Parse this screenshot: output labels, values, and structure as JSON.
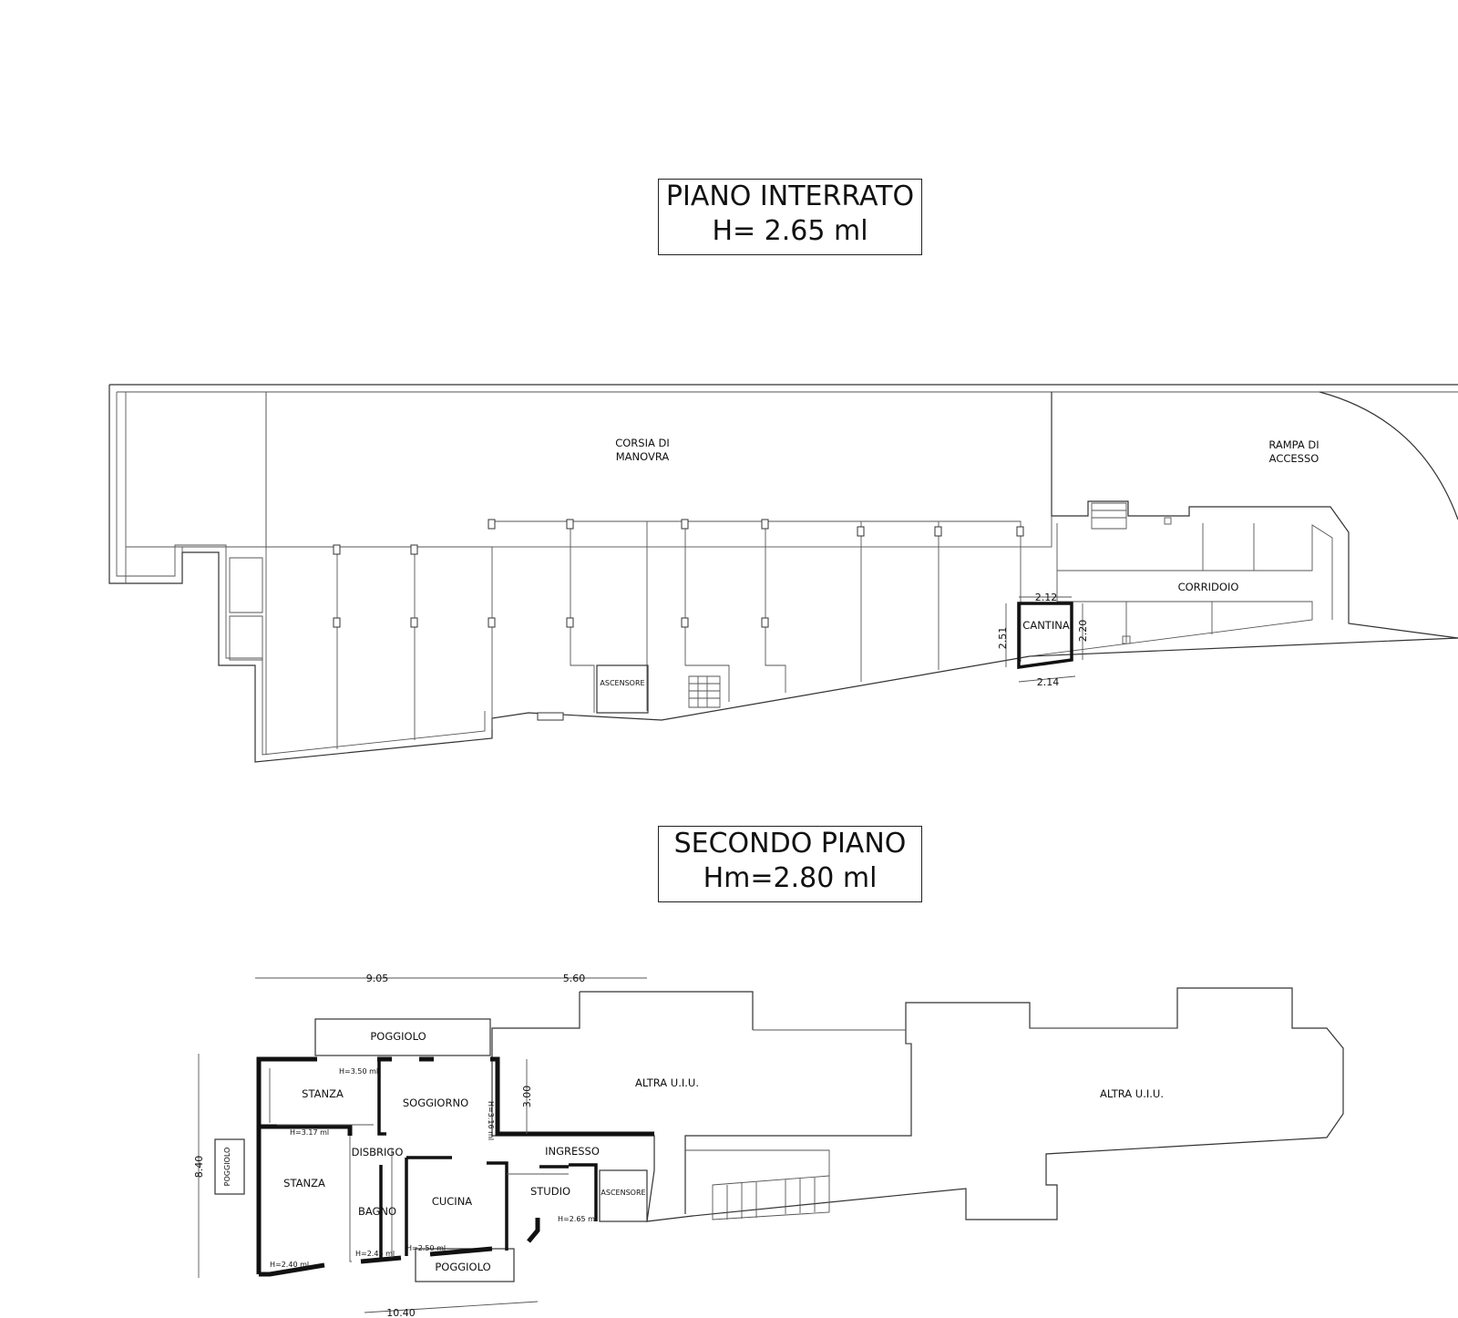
{
  "interrato": {
    "title_line1": "PIANO INTERRATO",
    "title_line2": "H= 2.65 ml",
    "labels": {
      "corsia_1": "CORSIA DI",
      "corsia_2": "MANOVRA",
      "rampa_1": "RAMPA DI",
      "rampa_2": "ACCESSO",
      "corridoio": "CORRIDOIO",
      "cantina": "CANTINA",
      "ascensore": "ASCENSORE"
    },
    "dimensions": {
      "cantina_top": "2.12",
      "cantina_bottom": "2.14",
      "cantina_left": "2.51",
      "cantina_right": "2.20"
    }
  },
  "secondo": {
    "title_line1": "SECONDO PIANO",
    "title_line2": "Hm=2.80 ml",
    "labels": {
      "poggiolo_top": "POGGIOLO",
      "poggiolo_bottom": "POGGIOLO",
      "poggiolo_side": "POGGIOLO",
      "stanza_1": "STANZA",
      "stanza_2": "STANZA",
      "soggiorno": "SOGGIORNO",
      "disbrigo": "DISBRIGO",
      "bagno": "BAGNO",
      "cucina": "CUCINA",
      "studio": "STUDIO",
      "ingresso": "INGRESSO",
      "ascensore": "ASCENSORE",
      "altra_1": "ALTRA U.I.U.",
      "altra_2": "ALTRA U.I.U."
    },
    "heights": {
      "h_stanza1": "H=3.50 ml",
      "h_stanza2": "H=3.17 ml",
      "h_soggiorno": "H=3.16 ml",
      "h_stanza_bottom": "H=2.40 ml",
      "h_bagno": "H=2.45 ml",
      "h_cucina": "H=2.50 ml",
      "h_studio": "H=2.65 ml"
    },
    "dimensions": {
      "top_left": "9.05",
      "top_right": "5.60",
      "vertical": "8.40",
      "soggiorno_depth": "3.00",
      "bottom": "10.40"
    }
  }
}
